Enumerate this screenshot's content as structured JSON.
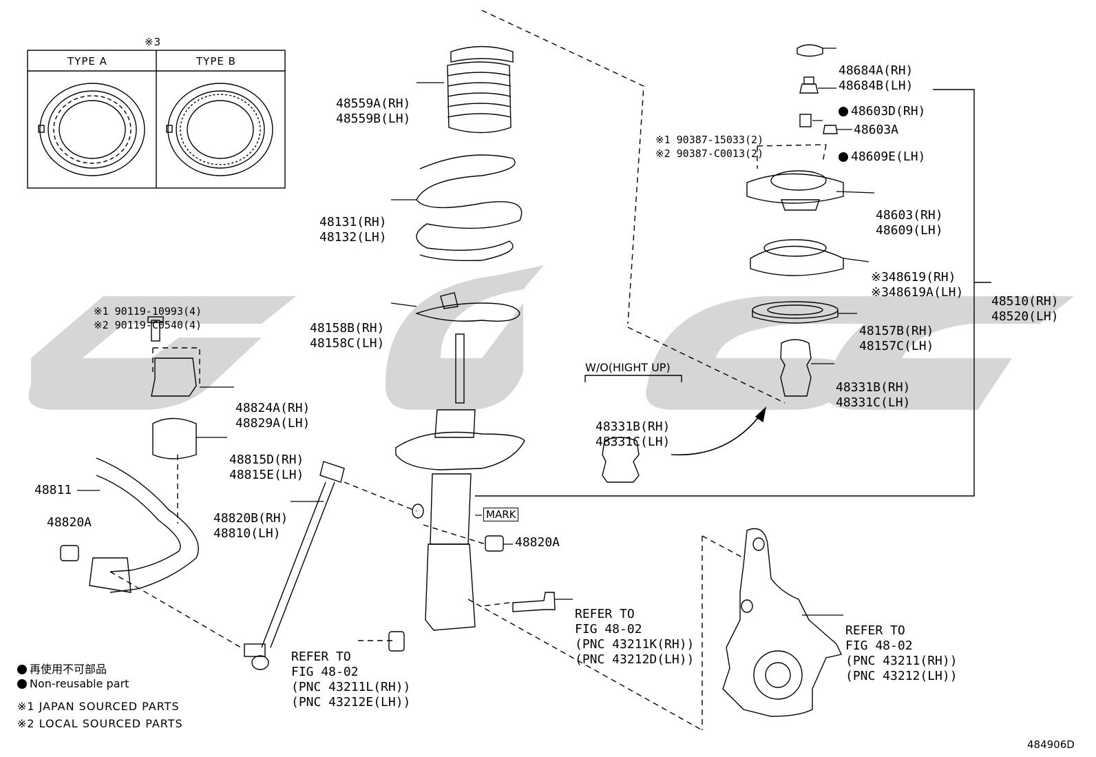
{
  "diagram_id": "484906D",
  "type_table": {
    "header_mark": "※3",
    "type_a": "TYPE A",
    "type_b": "TYPE B"
  },
  "parts": {
    "p48684": [
      "48684A(RH)",
      "48684B(LH)"
    ],
    "p48603d": [
      "48603D(RH)",
      "48609E(LH)"
    ],
    "p90387": [
      "※1 90387-15033(2)",
      "※2 90387-C0013(2)"
    ],
    "p48603a": "48603A",
    "p48603": [
      "48603(RH)",
      "48609(LH)"
    ],
    "p48619": [
      "※348619(RH)",
      "※348619A(LH)"
    ],
    "p48510": [
      "48510(RH)",
      "48520(LH)"
    ],
    "p48157": [
      "48157B(RH)",
      "48157C(LH)"
    ],
    "p48331": [
      "48331B(RH)",
      "48331C(LH)"
    ],
    "p48331_wo": [
      "48331B(RH)",
      "48331C(LH)"
    ],
    "wo_label": "W/O(HIGHT UP)",
    "p48559": [
      "48559A(RH)",
      "48559B(LH)"
    ],
    "p48131": [
      "48131(RH)",
      "48132(LH)"
    ],
    "p48158": [
      "48158B(RH)",
      "48158C(LH)"
    ],
    "p90119": [
      "※1 90119-10993(4)",
      "※2 90119-C0540(4)"
    ],
    "p48824": [
      "48824A(RH)",
      "48829A(LH)"
    ],
    "p48815": [
      "48815D(RH)",
      "48815E(LH)"
    ],
    "p48811": "48811",
    "p48820a_left": "48820A",
    "p48820b": [
      "48820B(RH)",
      "48810(LH)"
    ],
    "mark": "MARK",
    "p48820a_right": "48820A",
    "refer_bolt": [
      "REFER TO",
      "FIG 48-02",
      "(PNC 43211K(RH))",
      "(PNC 43212D(LH))"
    ],
    "refer_nut": [
      "REFER TO",
      "FIG 48-02",
      "(PNC 43211L(RH))",
      "(PNC 43212E(LH))"
    ],
    "refer_knuckle": [
      "REFER TO",
      "FIG 48-02",
      "(PNC 43211(RH))",
      "(PNC 43212(LH))"
    ]
  },
  "legend": {
    "non_reusable_jp": "再使用不可部品",
    "non_reusable_en": "Non-reusable part",
    "japan": "※1 JAPAN SOURCED PARTS",
    "local": "※2 LOCAL SOURCED PARTS"
  },
  "colors": {
    "line": "#000000",
    "watermark": "#d4d4d4"
  }
}
